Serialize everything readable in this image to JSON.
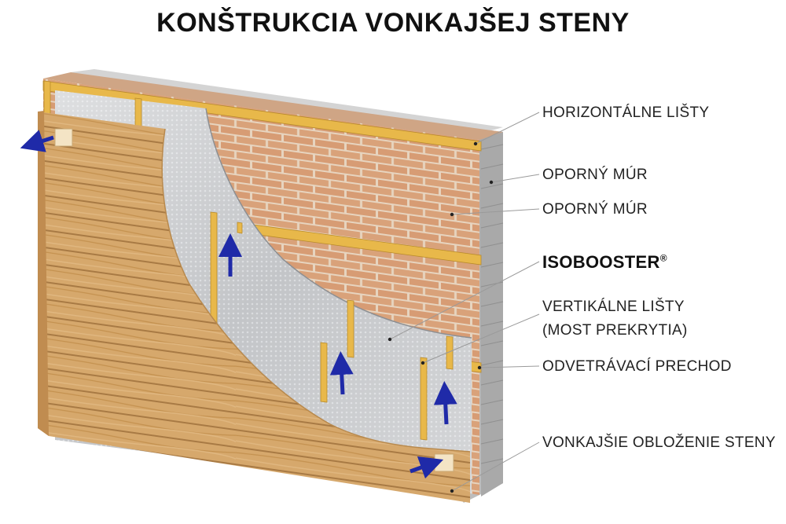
{
  "title": "KONŠTRUKCIA VONKAJŠEJ STENY",
  "labels": {
    "horizontal_battens": "HORIZONTÁLNE LIŠTY",
    "support_wall_1": "OPORNÝ MÚR",
    "support_wall_2": "OPORNÝ MÚR",
    "isobooster": "ISOBOOSTER",
    "isobooster_mark": "®",
    "vertical_battens_line1": "VERTIKÁLNE LIŠTY",
    "vertical_battens_line2": "(MOST PREKRYTIA)",
    "ventilation_gap": "ODVETRÁVACÍ PRECHOD",
    "exterior_cladding": "VONKAJŠIE OBLOŽENIE STENY"
  },
  "colors": {
    "brick": "#d9a27a",
    "mortar": "#ead8c4",
    "concrete_block": "#c9c9c9",
    "timber_cladding": "#d2a468",
    "batten": "#e8b84a",
    "insulation_foil": "#c4c6c9",
    "arrow": "#1f2aa8"
  }
}
